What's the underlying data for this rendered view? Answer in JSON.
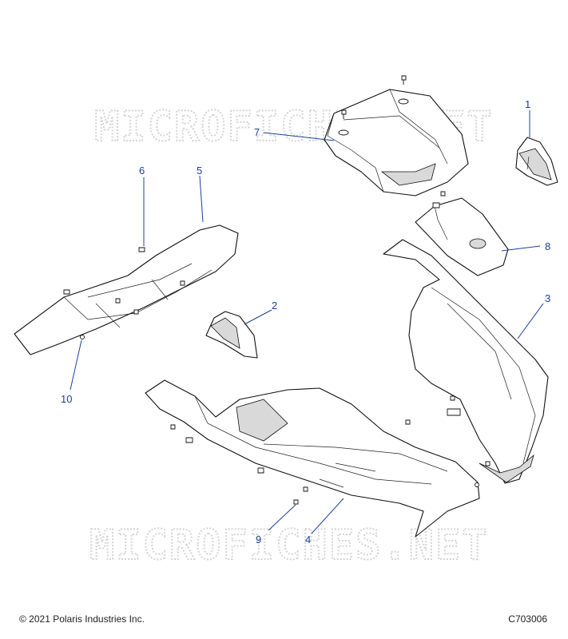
{
  "watermark": "MICROFICHES.NET",
  "callouts": [
    {
      "id": "1",
      "label": "1"
    },
    {
      "id": "2",
      "label": "2"
    },
    {
      "id": "3",
      "label": "3"
    },
    {
      "id": "4",
      "label": "4"
    },
    {
      "id": "5",
      "label": "5"
    },
    {
      "id": "6",
      "label": "6"
    },
    {
      "id": "7",
      "label": "7"
    },
    {
      "id": "8",
      "label": "8"
    },
    {
      "id": "9",
      "label": "9"
    },
    {
      "id": "10",
      "label": "10"
    }
  ],
  "footer": {
    "copyright": "© 2021 Polaris Industries Inc.",
    "figure_code": "C703006"
  },
  "colors": {
    "callout": "#1c3fa0",
    "line_art": "#111111",
    "watermark": "#d4d4d4"
  }
}
